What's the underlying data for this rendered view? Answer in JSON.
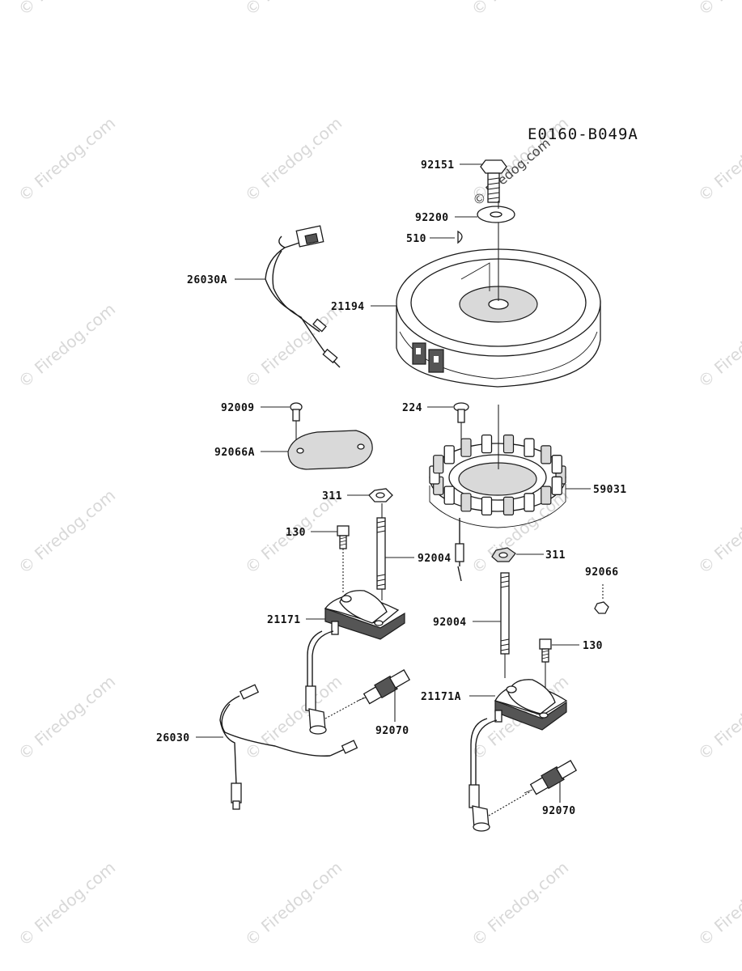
{
  "diagram_code": "E0160-B049A",
  "watermark_text": "© Firedog.com",
  "callouts": {
    "p92151": "92151",
    "p92200": "92200",
    "p510": "510",
    "p26030A": "26030A",
    "p21194": "21194",
    "p92009": "92009",
    "p224": "224",
    "p92066A": "92066A",
    "p59031": "59031",
    "p311a": "311",
    "p130a": "130",
    "p92004a": "92004",
    "p311b": "311",
    "p92066": "92066",
    "p21171": "21171",
    "p92004b": "92004",
    "p130b": "130",
    "p21171A": "21171A",
    "p26030": "26030",
    "p92070a": "92070",
    "p92070b": "92070"
  }
}
